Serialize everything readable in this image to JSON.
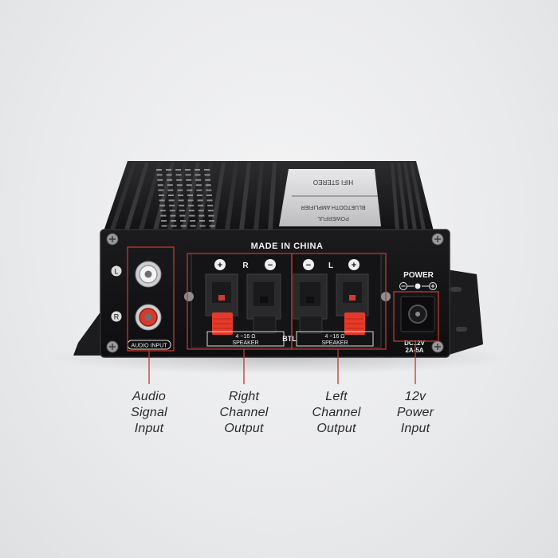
{
  "device": {
    "front_panel_text": "MADE IN CHINA",
    "input_labels": {
      "left": "L",
      "right": "R",
      "group": "AUDIO INPUT"
    },
    "speaker_right_markings": [
      "+",
      "R",
      "−"
    ],
    "speaker_left_markings": [
      "−",
      "L",
      "+"
    ],
    "speaker_impedance_right": "4 ~16 Ω",
    "speaker_impedance_left": "4 ~16 Ω",
    "speaker_label": "SPEAKER",
    "btl_label": "BTL",
    "power_label": "POWER",
    "power_rating_line1": "DC12V",
    "power_rating_line2": "2A-5A",
    "top_label_lines": [
      "HIFI STEREO",
      "BLUETOOTH AMPLIFIER",
      "POWERFUL"
    ],
    "colors": {
      "body": "#1d1d1f",
      "annotation": "#c0392b",
      "terminal_red": "#e53a2a"
    }
  },
  "callouts": [
    {
      "id": "audio-input",
      "lines": [
        "Audio",
        "Signal",
        "Input"
      ]
    },
    {
      "id": "right-output",
      "lines": [
        "Right",
        "Channel",
        "Output"
      ]
    },
    {
      "id": "left-output",
      "lines": [
        "Left",
        "Channel",
        "Output"
      ]
    },
    {
      "id": "power-input",
      "lines": [
        "12v",
        "Power",
        "Input"
      ]
    }
  ]
}
